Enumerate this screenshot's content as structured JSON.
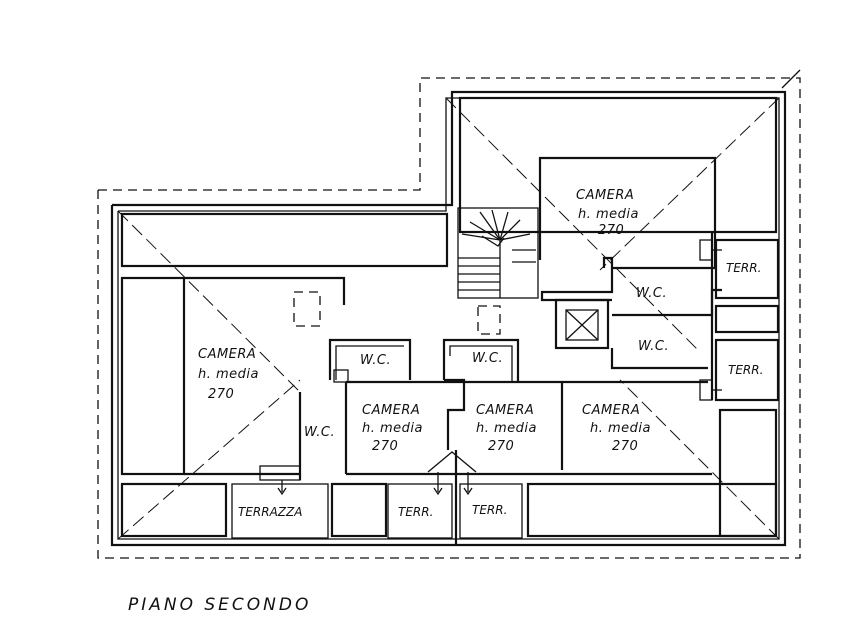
{
  "plan": {
    "title": "PIANO  SECONDO",
    "rooms": [
      {
        "id": "camera-top",
        "name": "CAMERA",
        "height_label": "h. media",
        "height_value": "270"
      },
      {
        "id": "camera-left",
        "name": "CAMERA",
        "height_label": "h. media",
        "height_value": "270"
      },
      {
        "id": "camera-mid-left",
        "name": "CAMERA",
        "height_label": "h. media",
        "height_value": "270"
      },
      {
        "id": "camera-mid-right",
        "name": "CAMERA",
        "height_label": "h. media",
        "height_value": "270"
      },
      {
        "id": "camera-right",
        "name": "CAMERA",
        "height_label": "h. media",
        "height_value": "270"
      }
    ],
    "wc_labels": [
      "W.C.",
      "W.C.",
      "W.C.",
      "W.C.",
      "W.C."
    ],
    "terraces": [
      "TERR.",
      "TERR.",
      "TERRAZZA",
      "TERR.",
      "TERR."
    ]
  }
}
